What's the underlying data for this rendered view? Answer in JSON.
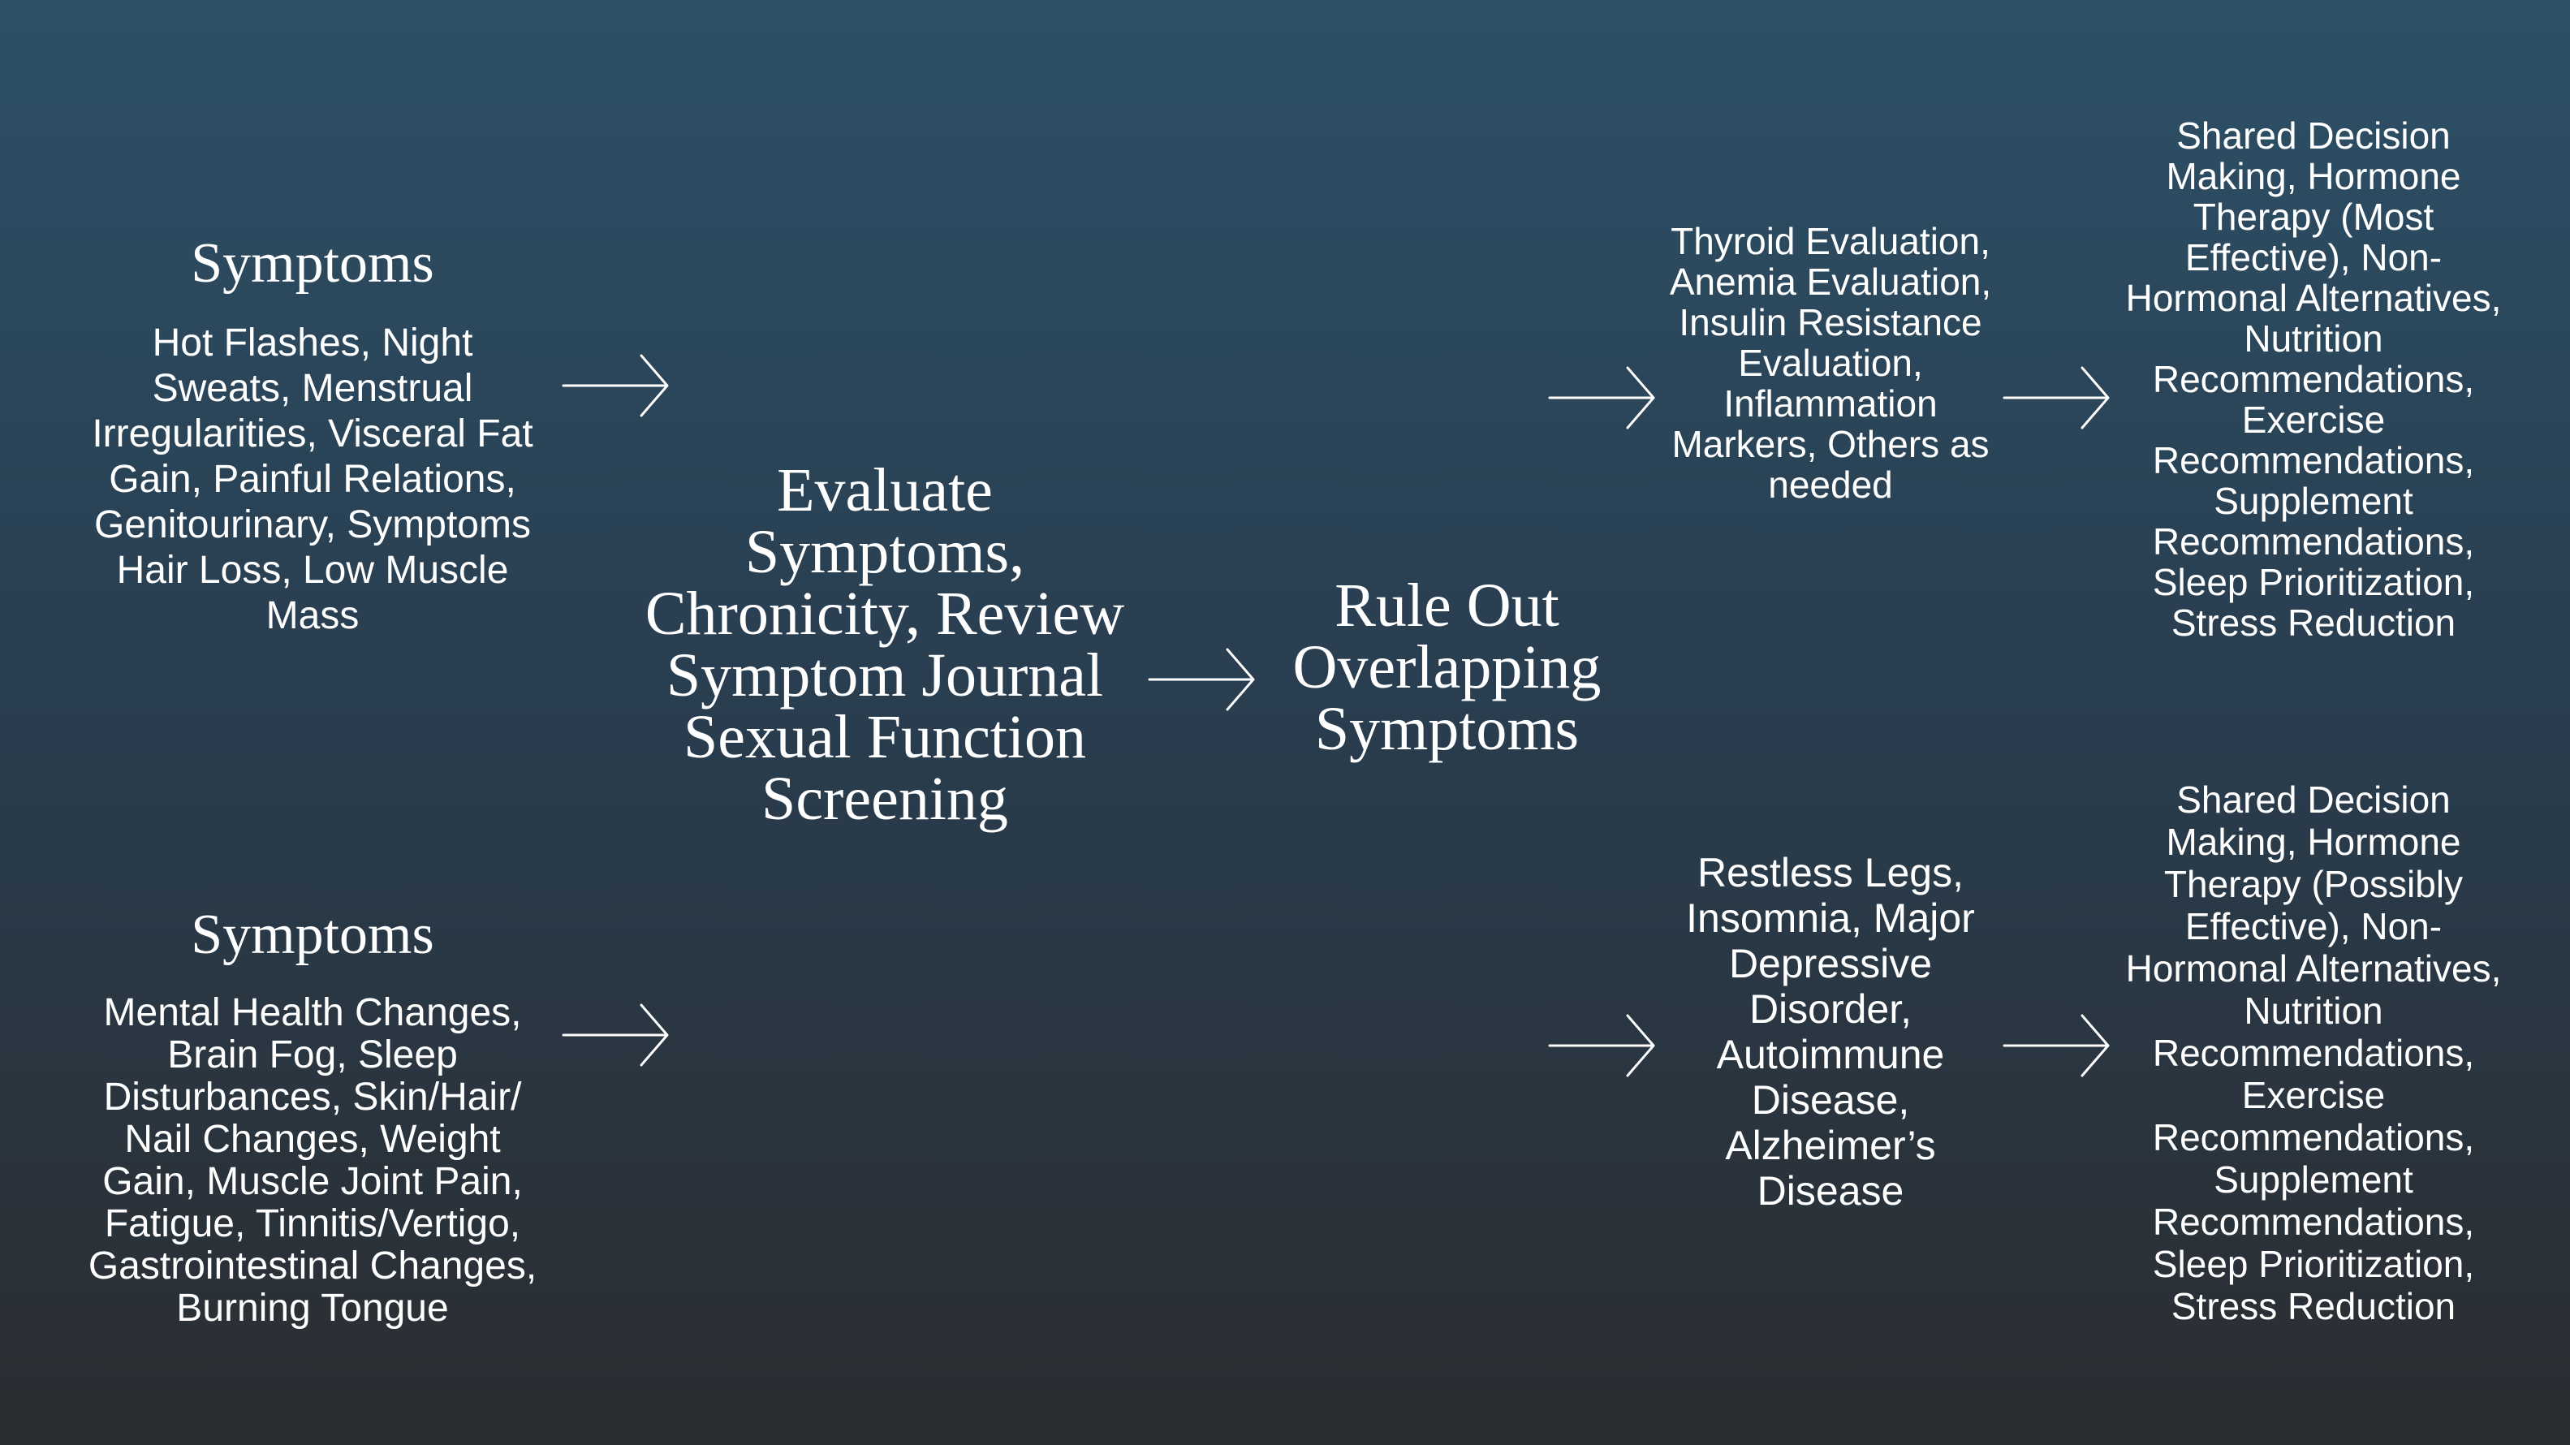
{
  "symptoms_1": {
    "heading": "Symptoms",
    "text": "Hot Flashes, Night Sweats, Menstrual Irregularities, Visceral Fat Gain, Painful Relations, Genitourinary, Symptoms Hair Loss, Low Muscle Mass"
  },
  "symptoms_2": {
    "heading": "Symptoms",
    "text": "Mental Health Changes, Brain Fog, Sleep Disturbances, Skin/Hair/ Nail Changes, Weight Gain, Muscle Joint Pain, Fatigue, Tinnitis/Vertigo, Gastrointestinal Changes, Burning Tongue"
  },
  "evaluate": {
    "text": "Evaluate Symptoms, Chronicity, Review Symptom Journal Sexual Function Screening"
  },
  "rule_out": {
    "text": "Rule Out Overlapping Symptoms"
  },
  "upper_branch": {
    "evaluations": "Thyroid Evaluation, Anemia Evaluation, Insulin Resistance Evaluation, Inflammation Markers, Others as needed",
    "treatment": "Shared Decision Making, Hormone Therapy (Most Effective), Non-Hormonal Alternatives, Nutrition Recommendations, Exercise Recommendations, Supplement Recommendations, Sleep Prioritization, Stress Reduction"
  },
  "lower_branch": {
    "conditions": "Restless Legs, Insomnia, Major Depressive Disorder, Autoimmune Disease, Alzheimer’s Disease",
    "treatment": "Shared Decision Making, Hormone Therapy (Possibly Effective), Non-Hormonal Alternatives, Nutrition Recommendations, Exercise Recommendations, Supplement Recommendations, Sleep Prioritization, Stress Reduction"
  },
  "icons": {
    "arrow": "arrow-right-icon"
  }
}
